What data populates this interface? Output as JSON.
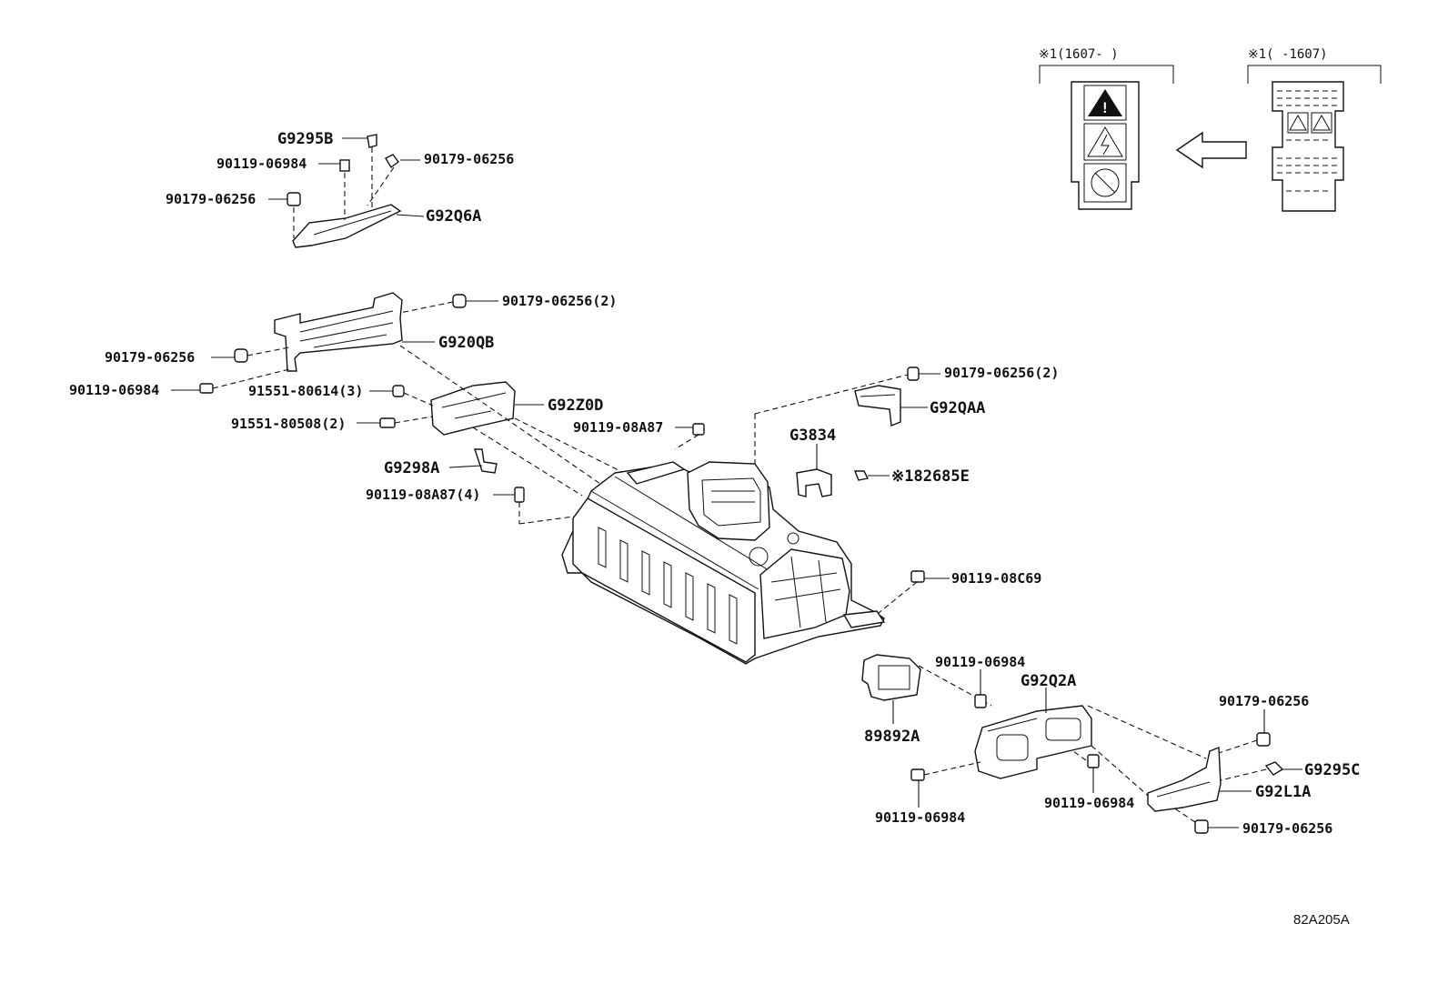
{
  "callouts": {
    "g9295b": "G9295B",
    "n90119_06984_a": "90119-06984",
    "n90179_06256_a": "90179-06256",
    "n90179_06256_b": "90179-06256",
    "g92q6a": "G92Q6A",
    "n90179_06256_2a": "90179-06256(2)",
    "g920qb": "G920QB",
    "n90179_06256_c": "90179-06256",
    "n90119_06984_b": "90119-06984",
    "n91551_80614_3": "91551-80614(3)",
    "g92z0d": "G92Z0D",
    "n91551_80508_2": "91551-80508(2)",
    "n90119_08a87": "90119-08A87",
    "g9298a": "G9298A",
    "n90119_08a87_4": "90119-08A87(4)",
    "n90179_06256_2b": "90179-06256(2)",
    "g92qaa": "G92QAA",
    "g3834": "G3834",
    "n82685e": "※182685E",
    "n90119_08c69": "90119-08C69",
    "n90119_06984_c": "90119-06984",
    "g92q2a": "G92Q2A",
    "n89892a": "89892A",
    "n90179_06256_d": "90179-06256",
    "g9295c": "G9295C",
    "g92l1a": "G92L1A",
    "n90119_06984_d": "90119-06984",
    "n90119_06984_e": "90119-06984",
    "n90179_06256_e": "90179-06256"
  },
  "inset": {
    "left_label": "※1(1607-     )",
    "right_label": "※1(     -1607)"
  },
  "reference_code": "82A205A"
}
